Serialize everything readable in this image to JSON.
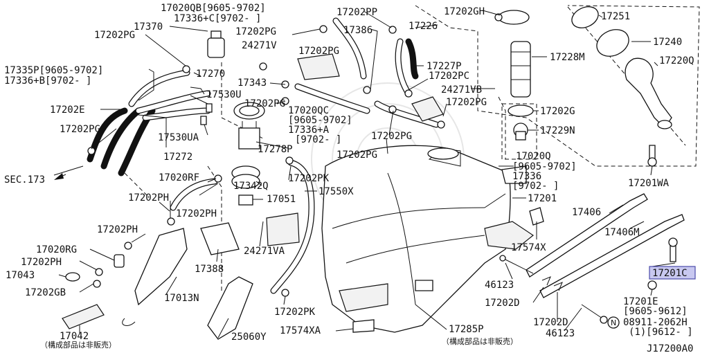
{
  "diagram": {
    "labels": {
      "p17020QB": "17020QB[9605-9702]",
      "p17336C": "17336+C[9702-  ]",
      "p17370": "17370",
      "p17202PG_a": "17202PG",
      "p17202PG_b": "17202PG",
      "p24271V": "24271V",
      "p17202PG_c": "17202PG",
      "p17202PP": "17202PP",
      "p17386": "17386",
      "p17226": "17226",
      "p17202GH": "17202GH",
      "p17251": "17251",
      "p17240": "17240",
      "p17220Q": "17220Q",
      "p17335P": "17335P[9605-9702]",
      "p17336B": "17336+B[9702-  ]",
      "p17270": "17270",
      "p17530U": "17530U",
      "p17343": "17343",
      "p17202PG_d": "17202PG",
      "p17020QC": "17020QC",
      "p17020QC_r": "[9605-9702]",
      "p17336A": "17336+A",
      "p17336A_r": "[9702-  ]",
      "p17227P": "17227P",
      "p17202PC": "17202PC",
      "p17228M": "17228M",
      "p24271VB": "24271VB",
      "p17202PG_e": "17202PG",
      "p17202G": "17202G",
      "p17229N": "17229N",
      "p17202E": "17202E",
      "p17202PG_f": "17202PG",
      "p17530UA": "17530UA",
      "p17272": "17272",
      "p17278P": "17278P",
      "p17202PG_g": "17202PG",
      "p17202PG_h": "17202PG",
      "p17020Q": "17020Q",
      "p17020Q_r": "[9605-9702]",
      "p17336": "17336",
      "p17336_r": "[9702-  ]",
      "p17201WA": "17201WA",
      "sec173": "SEC.173",
      "p17020RF": "17020RF",
      "p17202PK_a": "17202PK",
      "p17342Q": "17342Q",
      "p17550X": "17550X",
      "p17201": "17201",
      "p17202PH_a": "17202PH",
      "p17202PH_b": "17202PH",
      "p17051": "17051",
      "p17406": "17406",
      "p17406M": "17406M",
      "p17202PH_c": "17202PH",
      "p24271VA": "24271VA",
      "p17574X": "17574X",
      "p17020RG": "17020RG",
      "p17202PH_d": "17202PH",
      "p17043": "17043",
      "p17202GB": "17202GB",
      "p17388": "17388",
      "p17013N": "17013N",
      "p46123_a": "46123",
      "p17201C": "17201C",
      "p17202D_a": "17202D",
      "p17201E": "17201E",
      "p17201E_r": "[9605-9612]",
      "p08911": "08911-2062H",
      "p08911_r": "(1)[9612-  ]",
      "bolt_n": "N",
      "p17202PK_b": "17202PK",
      "p17202D_b": "17202D",
      "p46123_b": "46123",
      "p17042": "17042",
      "p25060Y": "25060Y",
      "p17574XA": "17574XA",
      "p17285P": "17285P",
      "note_a": "（構成部品は非販売）",
      "note_b": "（構成部品は非販売）",
      "diagram_id": "J17200A0"
    }
  }
}
